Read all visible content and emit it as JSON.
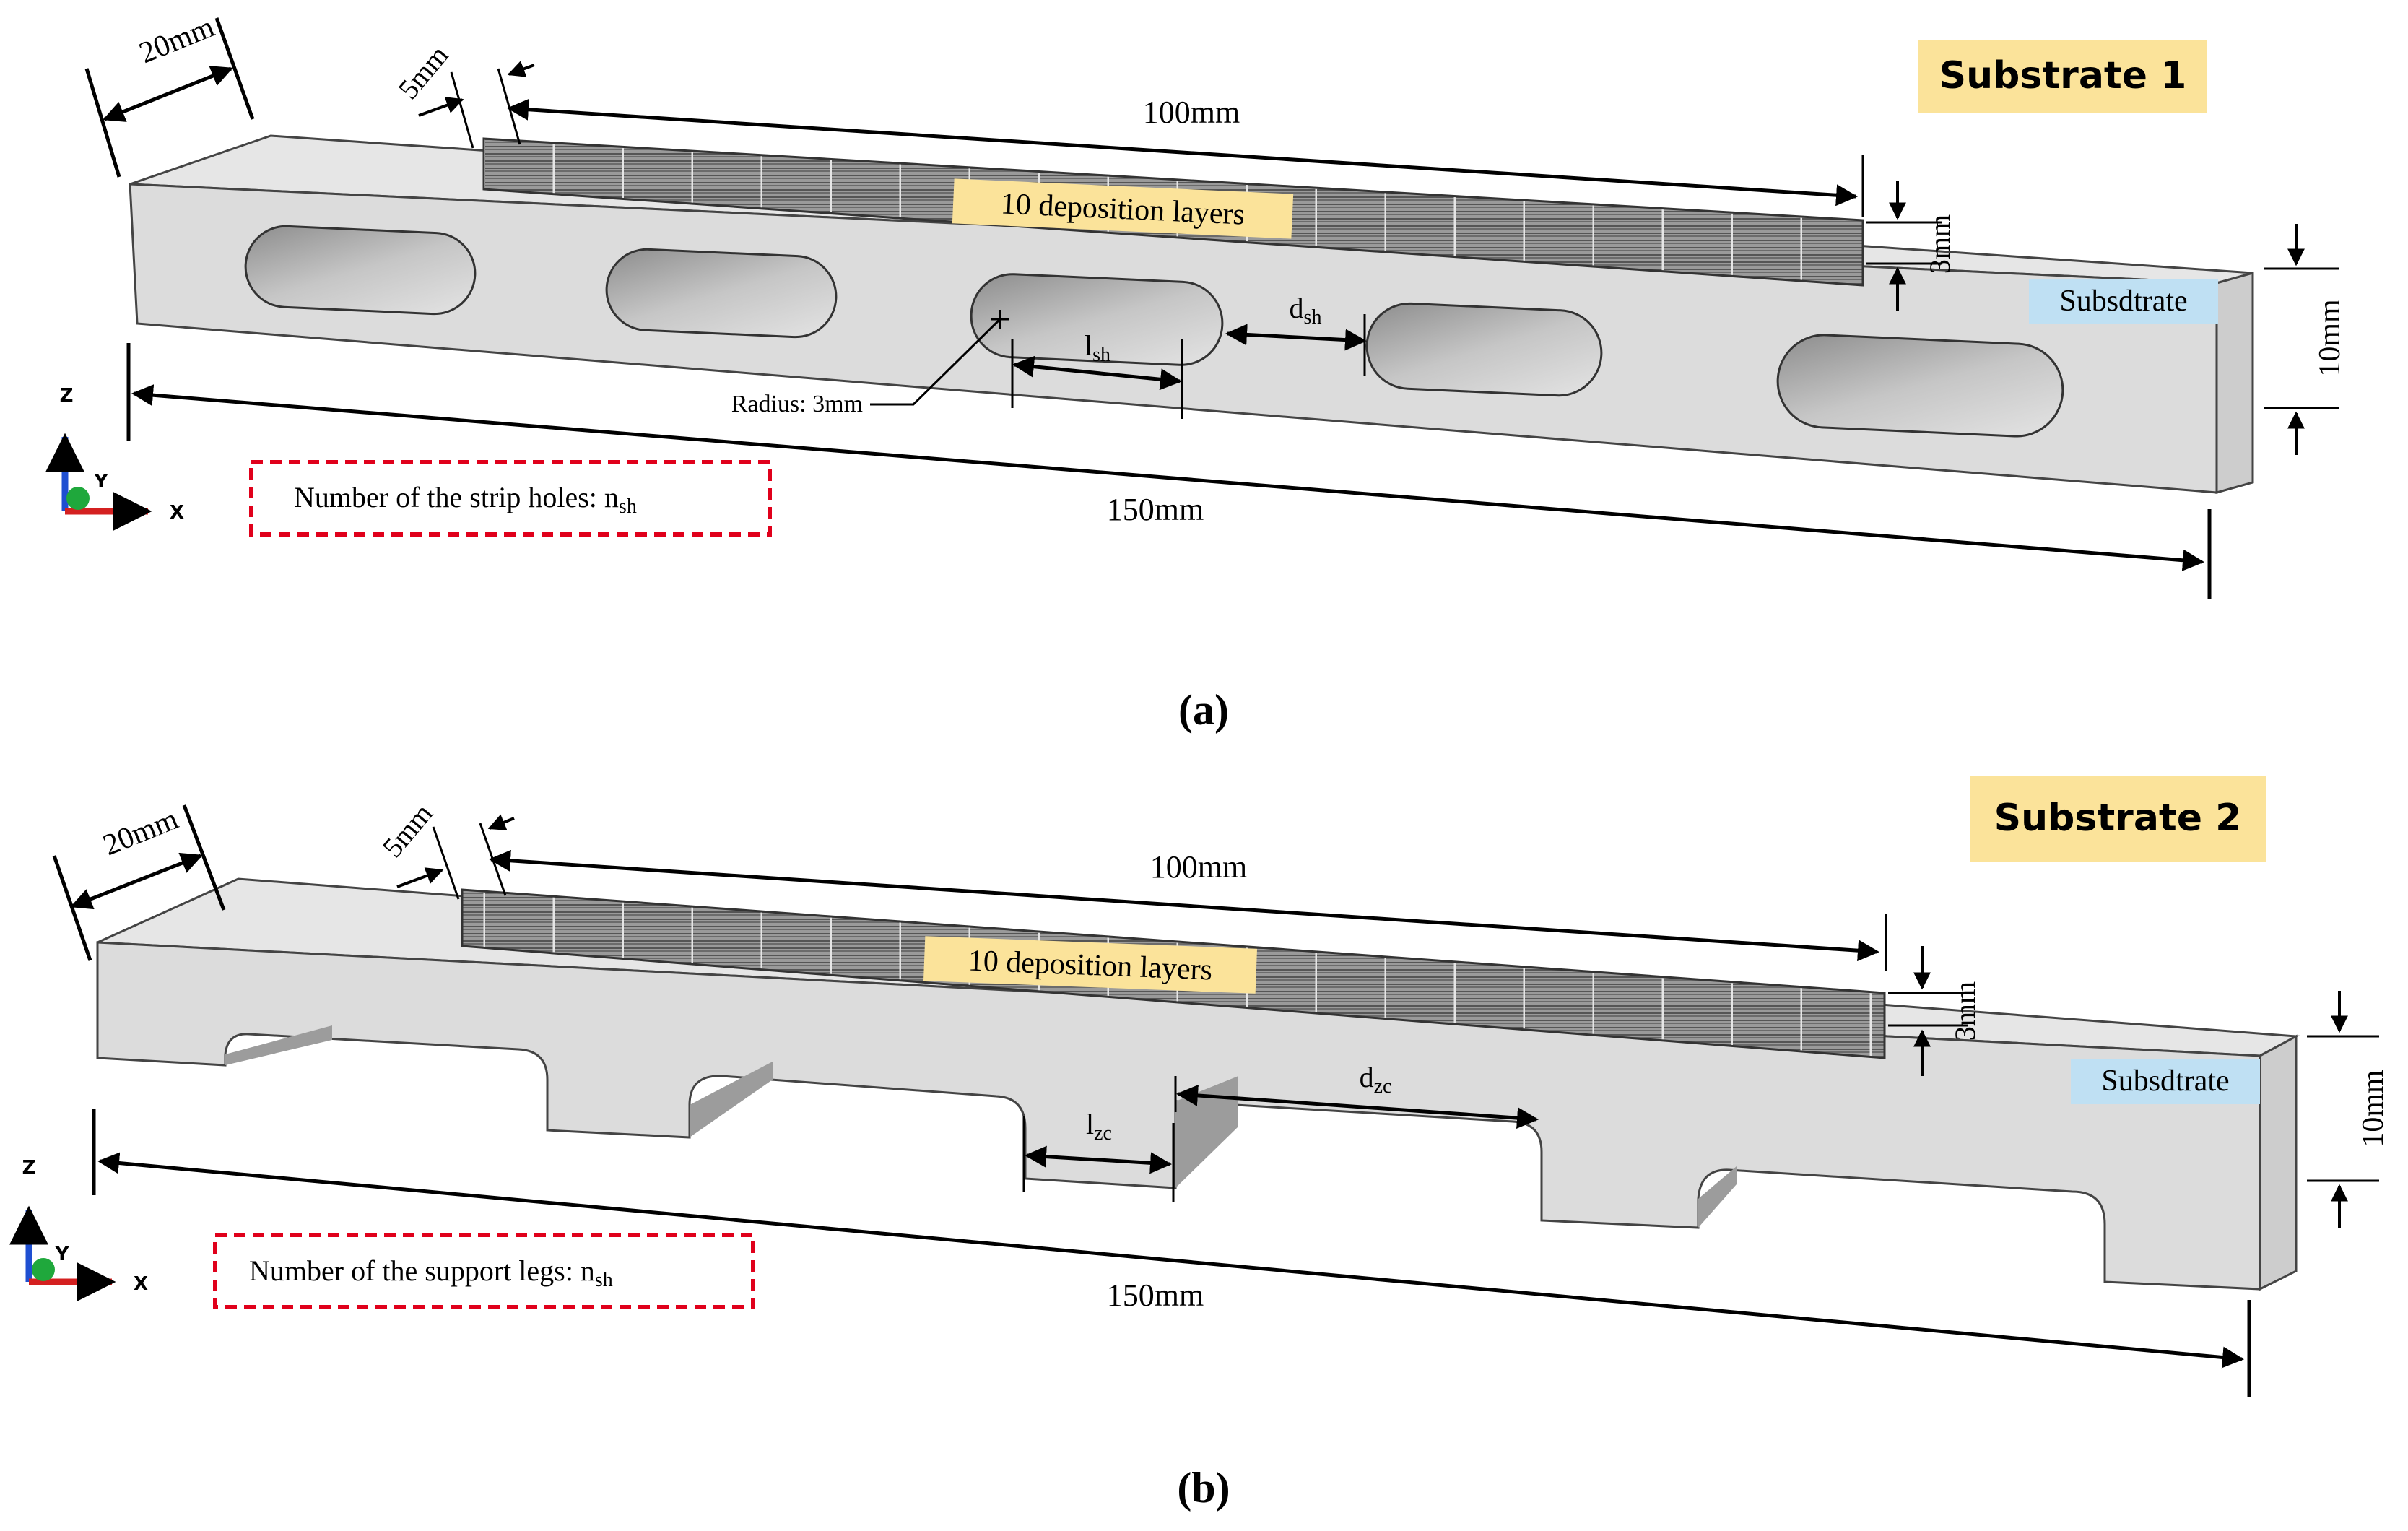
{
  "colors": {
    "substrate_fill": "#dcdcdc",
    "substrate_top": "#e9e9e9",
    "substrate_side": "#cfcfcf",
    "layers_fill": "#8a8a8a",
    "highlight_yellow": "#fbe39a",
    "highlight_blue": "#bfe0f3",
    "dashed_red": "#e0001b",
    "axis_z": "#1f4fd1",
    "axis_x": "#d42020",
    "axis_y": "#1fa83c"
  },
  "panel_a": {
    "title": "Substrate 1",
    "layers_label": "10 deposition layers",
    "substrate_label": "Subsdtrate",
    "dim_width": "20mm",
    "dim_offset": "5mm",
    "dim_layer_length": "100mm",
    "dim_layer_height": "3mm",
    "dim_height": "10mm",
    "dim_length": "150mm",
    "dim_hole_length": "l",
    "dim_hole_length_sub": "sh",
    "dim_hole_spacing": "d",
    "dim_hole_spacing_sub": "sh",
    "radius_label": "Radius: 3mm",
    "count_label": "Number of the strip holes: n",
    "count_label_sub": "sh",
    "caption": "(a)",
    "axes": {
      "z": "Z",
      "y": "Y",
      "x": "X"
    }
  },
  "panel_b": {
    "title": "Substrate 2",
    "layers_label": "10 deposition layers",
    "substrate_label": "Subsdtrate",
    "dim_width": "20mm",
    "dim_offset": "5mm",
    "dim_layer_length": "100mm",
    "dim_layer_height": "3mm",
    "dim_height": "10mm",
    "dim_length": "150mm",
    "dim_leg_length": "l",
    "dim_leg_length_sub": "zc",
    "dim_leg_spacing": "d",
    "dim_leg_spacing_sub": "zc",
    "count_label": "Number of the support legs: n",
    "count_label_sub": "sh",
    "caption": "(b)",
    "axes": {
      "z": "Z",
      "y": "Y",
      "x": "X"
    }
  }
}
